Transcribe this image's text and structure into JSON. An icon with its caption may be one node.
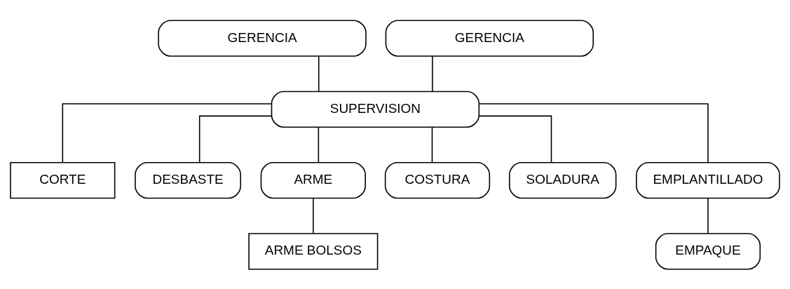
{
  "diagram": {
    "nodes": [
      {
        "text": [
          "GERENCIA"
        ]
      },
      {
        "text": [
          "GERENCIA"
        ]
      },
      {
        "text": [
          "SUPERVISION"
        ]
      },
      {
        "text": [
          "CORTE"
        ]
      },
      {
        "text": [
          "DESBASTE"
        ]
      },
      {
        "text": [
          "ARME"
        ]
      },
      {
        "text": [
          "ARME BOLSOS"
        ]
      },
      {
        "text": [
          "COSTURA"
        ]
      },
      {
        "text": [
          "SOLADURA"
        ]
      },
      {
        "text": [
          "EMPLANTILLADO"
        ]
      },
      {
        "text": [
          "EMPAQUE"
        ]
      }
    ],
    "edges": [
      {
        "from": 0,
        "to": 2,
        "arrow": "none"
      },
      {
        "from": 1,
        "to": 2,
        "arrow": "none"
      },
      {
        "from": 2,
        "to": 3,
        "arrow": "none"
      },
      {
        "from": 2,
        "to": 4,
        "arrow": "none"
      },
      {
        "from": 2,
        "to": 5,
        "arrow": "none"
      },
      {
        "from": 2,
        "to": 7,
        "arrow": "none"
      },
      {
        "from": 2,
        "to": 8,
        "arrow": "none"
      },
      {
        "from": 2,
        "to": 9,
        "arrow": "none"
      },
      {
        "from": 5,
        "to": 6,
        "arrow": "none"
      },
      {
        "from": 9,
        "to": 10,
        "arrow": "none"
      }
    ]
  }
}
